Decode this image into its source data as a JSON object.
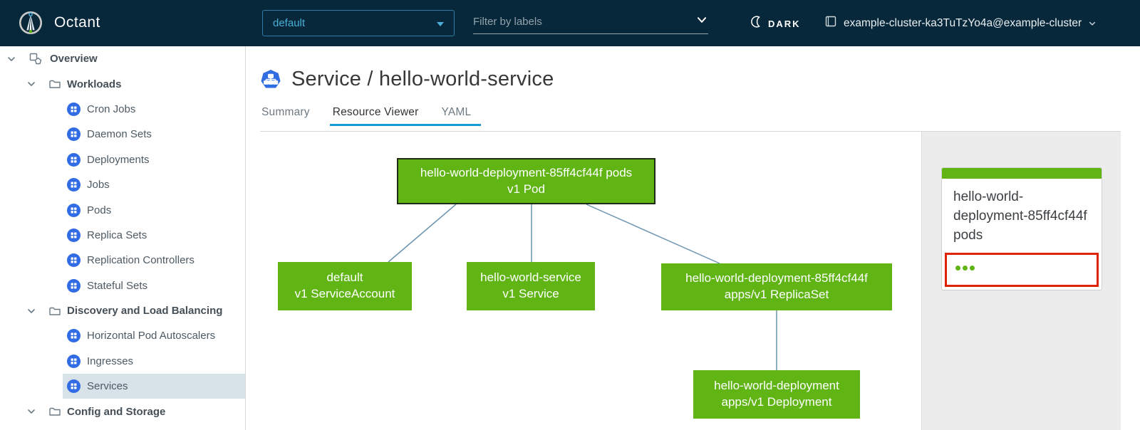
{
  "header": {
    "app_name": "Octant",
    "namespace_selector": {
      "value": "default"
    },
    "filter": {
      "placeholder": "Filter by labels"
    },
    "theme_toggle": {
      "label": "DARK"
    },
    "context_switcher": {
      "label": "example-cluster-ka3TuTzYo4a@example-cluster"
    }
  },
  "sidebar": {
    "items": [
      {
        "label": "Overview",
        "level": 0,
        "type": "root",
        "expanded": true
      },
      {
        "label": "Workloads",
        "level": 1,
        "type": "group",
        "expanded": true
      },
      {
        "label": "Cron Jobs",
        "level": 2,
        "type": "leaf"
      },
      {
        "label": "Daemon Sets",
        "level": 2,
        "type": "leaf"
      },
      {
        "label": "Deployments",
        "level": 2,
        "type": "leaf"
      },
      {
        "label": "Jobs",
        "level": 2,
        "type": "leaf"
      },
      {
        "label": "Pods",
        "level": 2,
        "type": "leaf"
      },
      {
        "label": "Replica Sets",
        "level": 2,
        "type": "leaf"
      },
      {
        "label": "Replication Controllers",
        "level": 2,
        "type": "leaf"
      },
      {
        "label": "Stateful Sets",
        "level": 2,
        "type": "leaf"
      },
      {
        "label": "Discovery and Load Balancing",
        "level": 1,
        "type": "group",
        "expanded": true
      },
      {
        "label": "Horizontal Pod Autoscalers",
        "level": 2,
        "type": "leaf"
      },
      {
        "label": "Ingresses",
        "level": 2,
        "type": "leaf"
      },
      {
        "label": "Services",
        "level": 2,
        "type": "leaf",
        "selected": true
      },
      {
        "label": "Config and Storage",
        "level": 1,
        "type": "group",
        "expanded": true
      }
    ]
  },
  "main": {
    "title": "Service / hello-world-service",
    "tabs": [
      {
        "label": "Summary",
        "active": false
      },
      {
        "label": "Resource Viewer",
        "active": true
      },
      {
        "label": "YAML",
        "active": false
      }
    ]
  },
  "graph": {
    "nodes": [
      {
        "name": "hello-world-deployment-85ff4cf44f pods",
        "kind": "v1 Pod",
        "selected": true
      },
      {
        "name": "default",
        "kind": "v1 ServiceAccount",
        "selected": false
      },
      {
        "name": "hello-world-service",
        "kind": "v1 Service",
        "selected": false
      },
      {
        "name": "hello-world-deployment-85ff4cf44f",
        "kind": "apps/v1 ReplicaSet",
        "selected": false
      },
      {
        "name": "hello-world-deployment",
        "kind": "apps/v1 Deployment",
        "selected": false
      }
    ]
  },
  "detail_panel": {
    "card_title": "hello-world-deployment-85ff4cf44f pods",
    "status_dot_count": 3
  },
  "colors": {
    "header_bg": "#07283a",
    "accent_blue": "#49afd9",
    "node_green": "#60b515",
    "edge_blue": "#6b93b0",
    "active_tab_underline": "#179bd3",
    "alert_red": "#e12200",
    "k8s_icon_blue": "#326ce5",
    "sidebar_selected_bg": "#d8e2e9"
  }
}
